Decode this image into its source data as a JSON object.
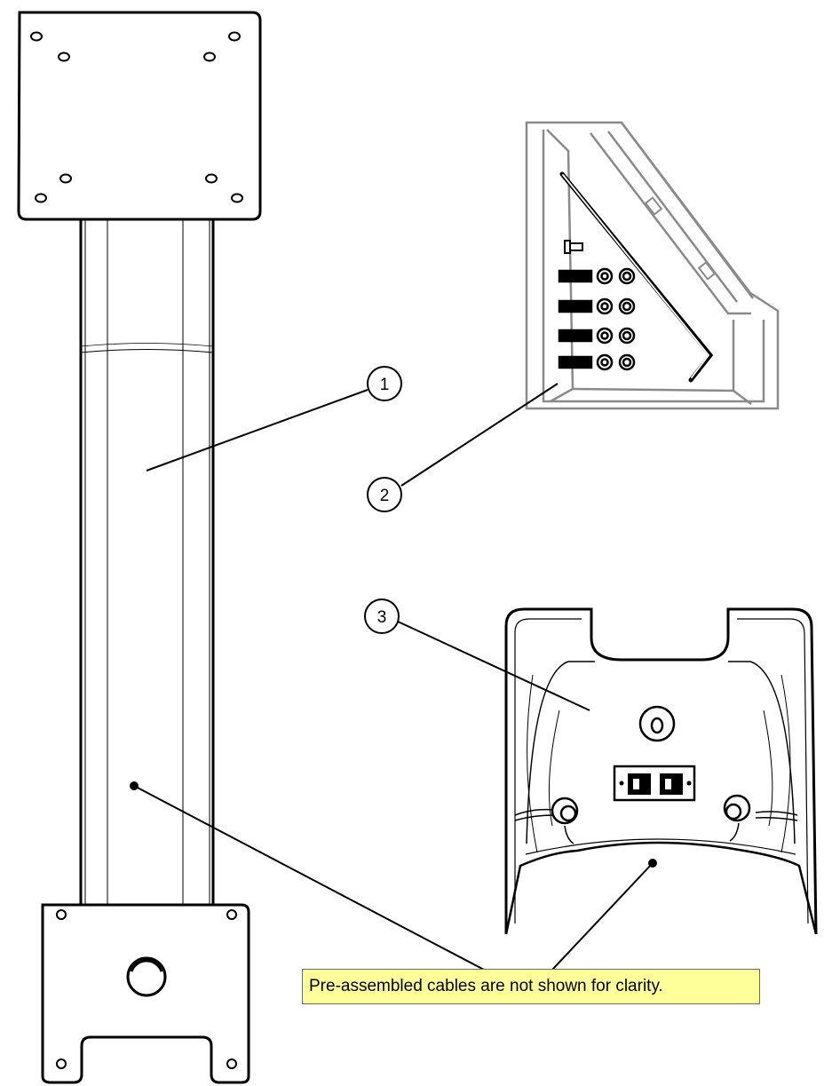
{
  "callouts": [
    {
      "number": "1"
    },
    {
      "number": "2"
    },
    {
      "number": "3"
    }
  ],
  "note": {
    "text": "Pre-assembled cables are not shown for clarity.",
    "background": "#ffff99"
  },
  "colors": {
    "line": "#000000",
    "parts_kit_line": "#8a8a8a"
  }
}
